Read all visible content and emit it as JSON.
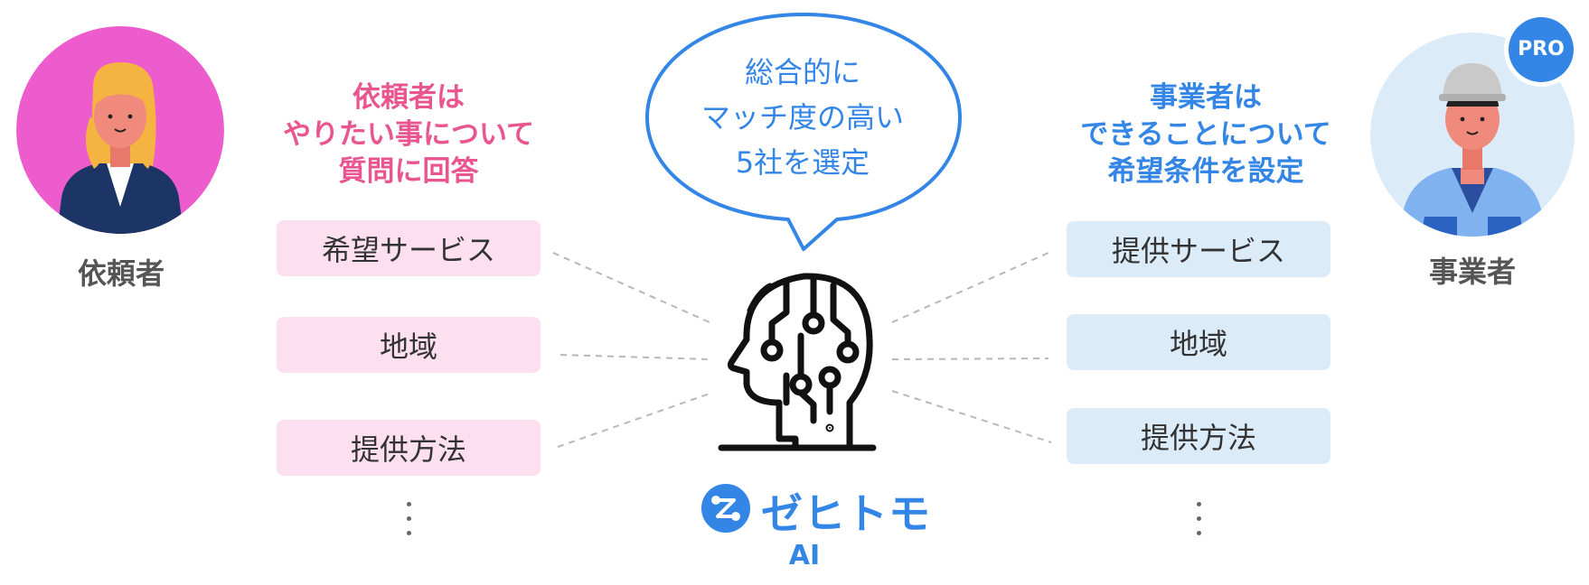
{
  "colors": {
    "pink": "#e8558f",
    "blue": "#3385e6",
    "requester_bg": "#ec5ccd",
    "provider_bg": "#dcebf8"
  },
  "requester": {
    "label": "依頼者",
    "heading": [
      "依頼者は",
      "やりたい事について",
      "質問に回答"
    ],
    "items": [
      "希望サービス",
      "地域",
      "提供方法"
    ],
    "more": "⋮"
  },
  "provider": {
    "label": "事業者",
    "badge": "PRO",
    "heading": [
      "事業者は",
      "できることについて",
      "希望条件を設定"
    ],
    "items": [
      "提供サービス",
      "地域",
      "提供方法"
    ],
    "more": "⋮"
  },
  "bubble": {
    "lines": [
      "総合的に",
      "マッチ度の高い",
      "5社を選定"
    ]
  },
  "logo": {
    "name": "ゼヒトモ",
    "sub": "AI",
    "icon": "zehitomo-logo-icon"
  },
  "center_icon": "ai-brain-circuit-icon"
}
